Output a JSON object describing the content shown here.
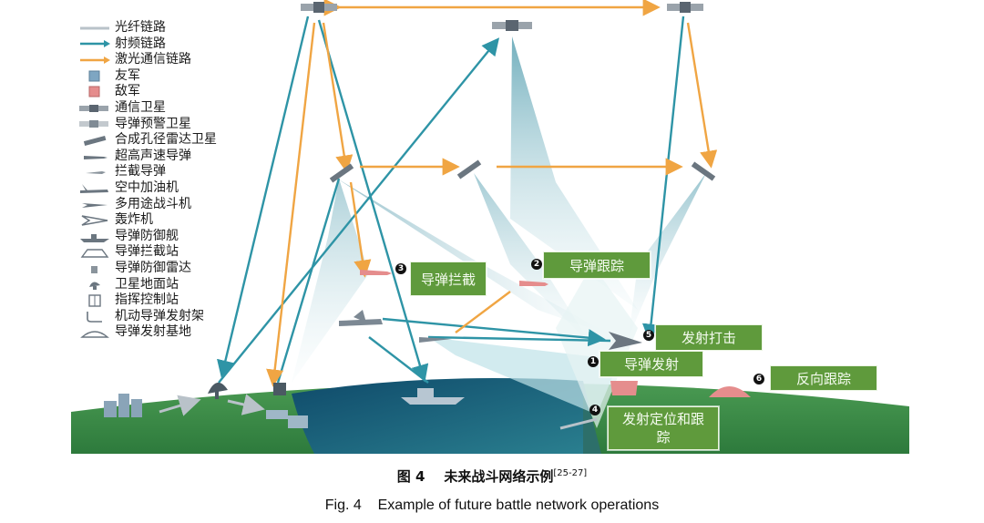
{
  "legend": [
    {
      "icon": "fiber-link-line",
      "label": "光纤链路"
    },
    {
      "icon": "rf-link-line",
      "label": "射频链路"
    },
    {
      "icon": "laser-link-line",
      "label": "激光通信链路"
    },
    {
      "icon": "friendly-square",
      "label": "友军"
    },
    {
      "icon": "enemy-square",
      "label": "敌军"
    },
    {
      "icon": "comm-satellite-icon",
      "label": "通信卫星"
    },
    {
      "icon": "missile-warning-satellite-icon",
      "label": "导弹预警卫星"
    },
    {
      "icon": "sar-satellite-icon",
      "label": "合成孔径雷达卫星"
    },
    {
      "icon": "hypersonic-missile-icon",
      "label": "超高声速导弹"
    },
    {
      "icon": "interceptor-missile-icon",
      "label": "拦截导弹"
    },
    {
      "icon": "tanker-aircraft-icon",
      "label": "空中加油机"
    },
    {
      "icon": "multirole-fighter-icon",
      "label": "多用途战斗机"
    },
    {
      "icon": "bomber-icon",
      "label": "轰炸机"
    },
    {
      "icon": "missile-defense-ship-icon",
      "label": "导弹防御舰"
    },
    {
      "icon": "interception-station-icon",
      "label": "导弹拦截站"
    },
    {
      "icon": "defense-radar-icon",
      "label": "导弹防御雷达"
    },
    {
      "icon": "ground-station-icon",
      "label": "卫星地面站"
    },
    {
      "icon": "command-control-icon",
      "label": "指挥控制站"
    },
    {
      "icon": "mobile-launcher-icon",
      "label": "机动导弹发射架"
    },
    {
      "icon": "launch-base-icon",
      "label": "导弹发射基地"
    }
  ],
  "steps": [
    {
      "num": "1",
      "label": "导弹发射"
    },
    {
      "num": "2",
      "label": "导弹跟踪"
    },
    {
      "num": "3",
      "label": "导弹拦截"
    },
    {
      "num": "4",
      "label": "发射定位和跟踪"
    },
    {
      "num": "5",
      "label": "发射打击"
    },
    {
      "num": "6",
      "label": "反向跟踪"
    }
  ],
  "caption": {
    "cn_prefix": "图 4",
    "cn_title": "未来战斗网络示例",
    "cn_ref": "[25-27]",
    "en_prefix": "Fig. 4",
    "en_title": "Example of future battle network operations"
  },
  "colors": {
    "fiber": "#b9c2c9",
    "rf": "#2e94a6",
    "laser": "#f0a543",
    "friendly": "#7ea6c2",
    "enemy": "#e58d8d",
    "label_green": "#5f9a3c",
    "ground_green": "#3e8a45",
    "ocean": "#1f5f7d"
  }
}
